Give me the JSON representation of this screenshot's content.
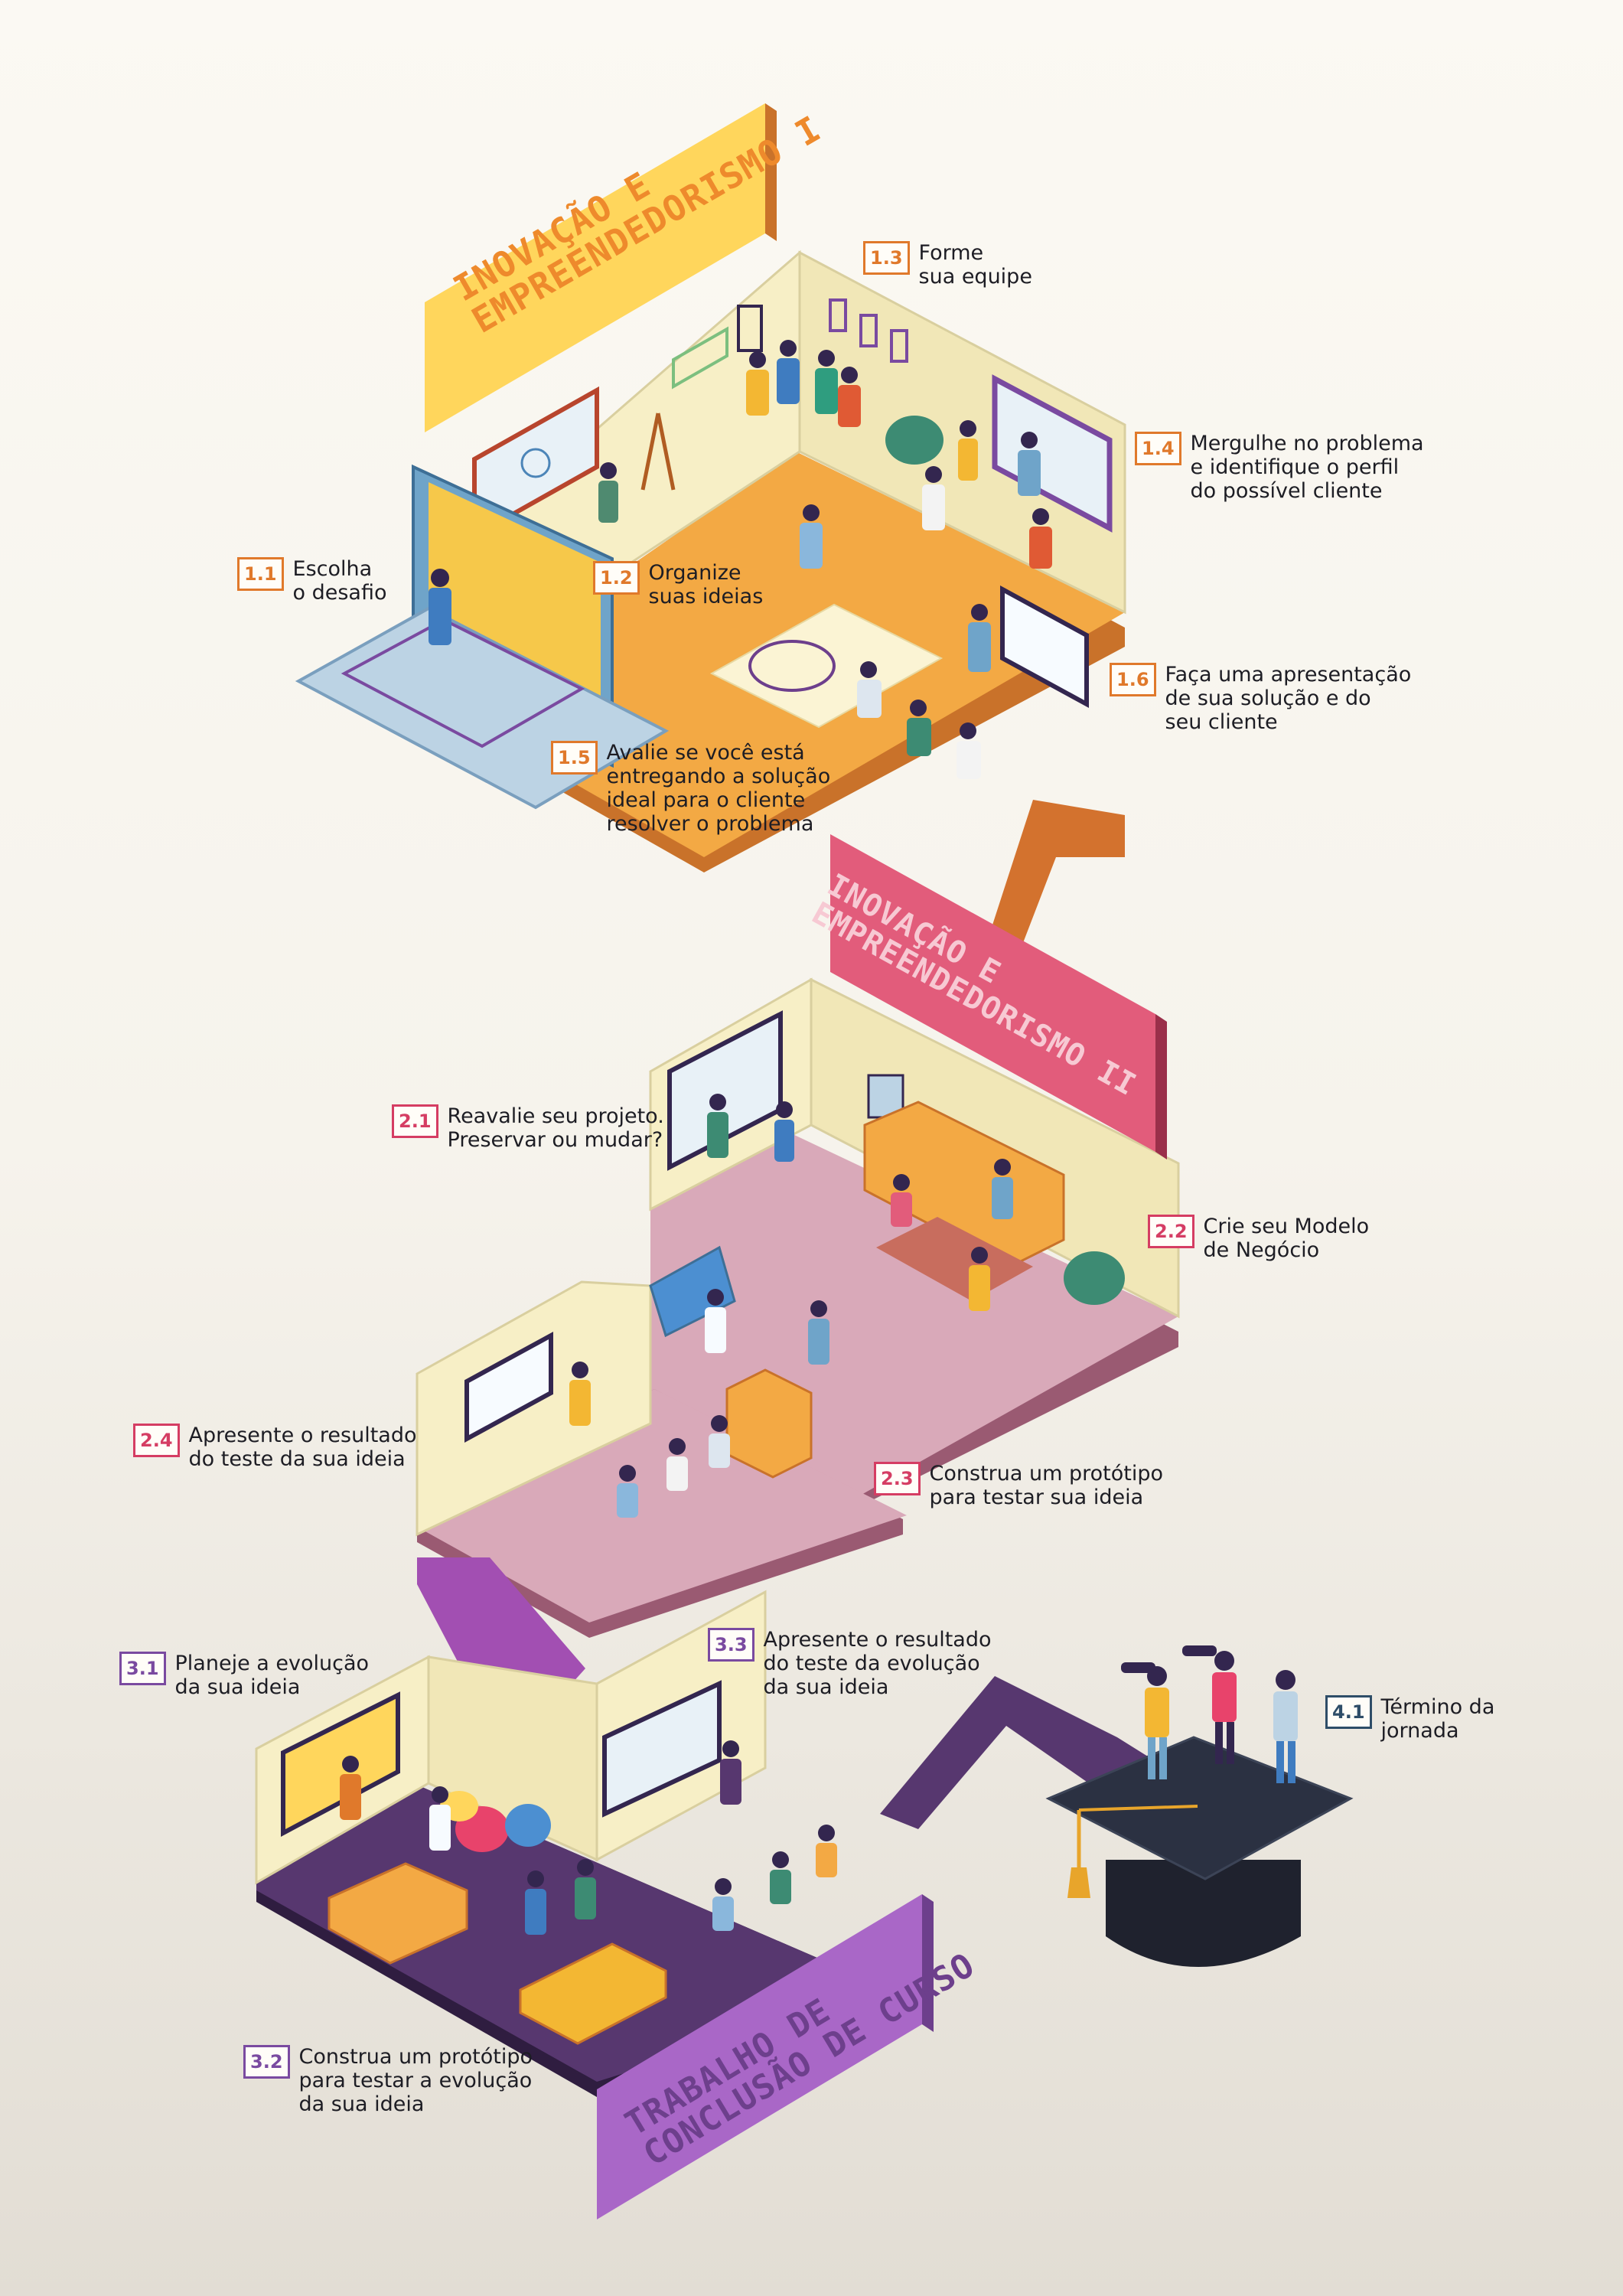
{
  "colors": {
    "module1": "#ffd65c",
    "module1_text": "#ee8a2c",
    "module2": "#e25c7b",
    "module2_text": "#f7c9d3",
    "module3": "#a967c7",
    "module3_text": "#6d3f8c",
    "badge1": "#e0792b",
    "badge2": "#d53d63",
    "badge3": "#7a4aa0",
    "badge4": "#2e4d68",
    "floor1": "#f3a944",
    "floor2": "#d9a9b9",
    "floor3": "#57376f",
    "wall": "#f5efc9"
  },
  "banners": {
    "module1": "INOVAÇÃO E\nEMPREENDEDORISMO I",
    "module2": "INOVAÇÃO E\nEMPREENDEDORISMO II",
    "module3": "TRABALHO DE\nCONCLUSÃO DE CURSO"
  },
  "steps": [
    {
      "id": "1.1",
      "label": "Escolha\no desafio",
      "module": 1
    },
    {
      "id": "1.2",
      "label": "Organize\nsuas ideias",
      "module": 1
    },
    {
      "id": "1.3",
      "label": "Forme\nsua equipe",
      "module": 1
    },
    {
      "id": "1.4",
      "label": "Mergulhe no problema\ne identifique o perfil\ndo possível cliente",
      "module": 1
    },
    {
      "id": "1.5",
      "label": "Avalie se você está\nentregando a solução\nideal para o cliente\nresolver o problema",
      "module": 1
    },
    {
      "id": "1.6",
      "label": "Faça uma apresentação\nde sua solução e do\nseu cliente",
      "module": 1
    },
    {
      "id": "2.1",
      "label": "Reavalie seu projeto.\nPreservar ou mudar?",
      "module": 2
    },
    {
      "id": "2.2",
      "label": "Crie seu Modelo\nde Negócio",
      "module": 2
    },
    {
      "id": "2.3",
      "label": "Construa um protótipo\npara testar sua ideia",
      "module": 2
    },
    {
      "id": "2.4",
      "label": "Apresente o resultado\ndo teste da sua ideia",
      "module": 2
    },
    {
      "id": "3.1",
      "label": "Planeje a evolução\nda sua ideia",
      "module": 3
    },
    {
      "id": "3.2",
      "label": "Construa um protótipo\npara testar a evolução\nda sua ideia",
      "module": 3
    },
    {
      "id": "3.3",
      "label": "Apresente o resultado\ndo teste da evolução\nda sua ideia",
      "module": 3
    },
    {
      "id": "4.1",
      "label": "Término da\njornada",
      "module": 4
    }
  ]
}
